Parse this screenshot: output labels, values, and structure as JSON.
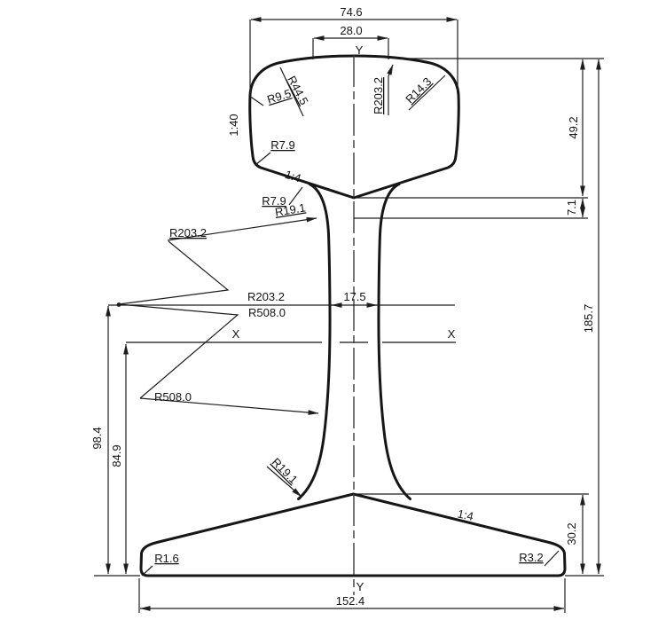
{
  "drawing": {
    "background": "#ffffff",
    "line_color": "#161616",
    "labels": {
      "dim_head_width": "74.6",
      "dim_crown_width": "28.0",
      "axis_y_top": "Y",
      "axis_y_bottom": "Y",
      "axis_x_left": "X",
      "axis_x_right": "X",
      "r_gauge_corner": "R9.5",
      "r_shoulder": "R44.5",
      "r_crown": "R203.2",
      "r_field_corner": "R14.3",
      "slope_head_side": "1:40",
      "r_head_lower": "R7.9",
      "slope_head_underside": "1:4",
      "r_web_upper_fillet": "R7.9",
      "r_web_upper": "R19.1",
      "r_web_zigzag_upper": "R203.2",
      "r_web_mid_upper": "R203.2",
      "r_web_mid_lower": "R508.0",
      "r_web_zigzag_lower": "R508.0",
      "dim_web_thickness": "17.5",
      "dim_head_height": "49.2",
      "dim_fishing_height": "7.1",
      "dim_total_height": "185.7",
      "dim_head_to_base": "98.4",
      "dim_axis_to_base": "84.9",
      "r_web_lower_fillet": "R19.1",
      "slope_foot_top": "1:4",
      "dim_foot_height": "30.2",
      "r_foot_edge_left": "R1.6",
      "r_foot_edge_right": "R3.2",
      "dim_foot_width": "152.4"
    }
  }
}
